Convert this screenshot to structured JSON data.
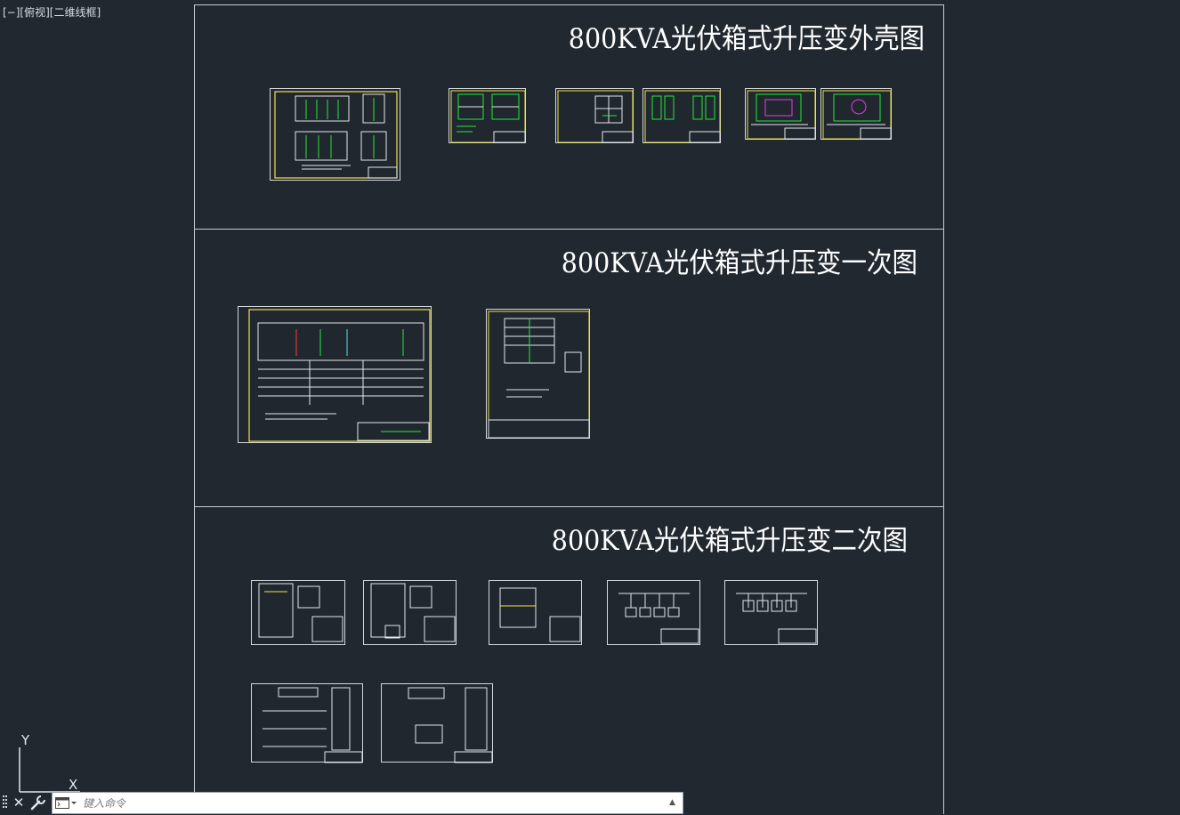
{
  "viewport": {
    "label": "[−][俯视][二维线框]"
  },
  "sections": [
    {
      "title": "800KVA光伏箱式升压变外壳图",
      "sheet_count": 6
    },
    {
      "title": "800KVA光伏箱式升压变一次图",
      "sheet_count": 2
    },
    {
      "title": "800KVA光伏箱式升压变二次图",
      "sheet_count": 7
    }
  ],
  "ucs": {
    "y_label": "Y",
    "x_label": "X"
  },
  "command_line": {
    "placeholder": "键入命令",
    "close_glyph": "✕",
    "expand_glyph": "▲"
  },
  "colors": {
    "background": "#212830",
    "frame": "#c8ccd2",
    "sheet_border_yellow": "#f0e44a",
    "line_green": "#22e83a",
    "line_white": "#e4e7ea",
    "line_red": "#ff3a3a",
    "line_cyan": "#55e0e0",
    "line_magenta": "#e040e0"
  }
}
